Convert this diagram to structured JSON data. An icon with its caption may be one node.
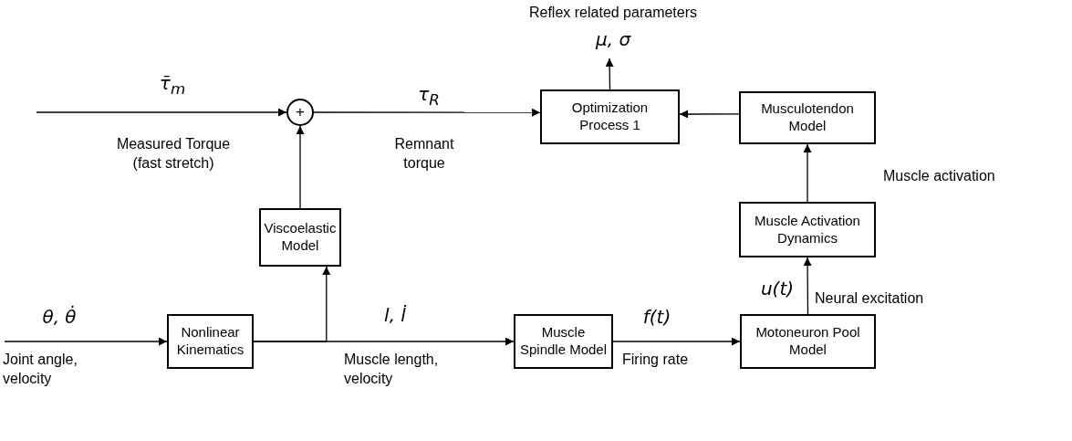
{
  "diagram": {
    "nodes": [
      {
        "text": [
          "+"
        ]
      },
      {
        "text": [
          "Optimization Process 1"
        ]
      },
      {
        "text": [
          "Musculotendon Model"
        ]
      },
      {
        "text": [
          "Viscoelastic Model"
        ]
      },
      {
        "text": [
          "Muscle Activation Dynamics"
        ]
      },
      {
        "text": [
          "Nonlinear Kinematics"
        ]
      },
      {
        "text": [
          "Muscle Spindle Model"
        ]
      },
      {
        "text": [
          "Motoneuron Pool Model"
        ]
      }
    ],
    "edges": [
      {
        "from": null,
        "to": 0,
        "arrow": "to",
        "label": "τ̄$_{m}$"
      },
      {
        "from": 0,
        "to": 1,
        "arrow": "to",
        "label": "τ$_{R}$"
      },
      {
        "from": 1,
        "to": null,
        "arrow": "to",
        "label": "μ, σ"
      },
      {
        "from": 2,
        "to": 1,
        "arrow": "to"
      },
      {
        "from": 3,
        "to": 0,
        "arrow": "to"
      },
      {
        "from": 4,
        "to": 2,
        "arrow": "to"
      },
      {
        "from": null,
        "to": 5,
        "arrow": "to",
        "label": "θ, θ̇"
      },
      {
        "from": 5,
        "to": 6,
        "arrow": "to",
        "label": "l, l̇"
      },
      {
        "from": 5,
        "to": 3,
        "arrow": "to"
      },
      {
        "from": 6,
        "to": 7,
        "arrow": "to",
        "label": "f(t)"
      },
      {
        "from": 7,
        "to": 4,
        "arrow": "to",
        "label": "u(t)"
      }
    ],
    "labels": [
      "Reflex related parameters",
      "Measured Torque (fast stretch)",
      "Remnant torque",
      "Muscle activation",
      "Neural excitation",
      "Joint angle, velocity",
      "Muscle length, velocity",
      "Firing rate"
    ]
  }
}
